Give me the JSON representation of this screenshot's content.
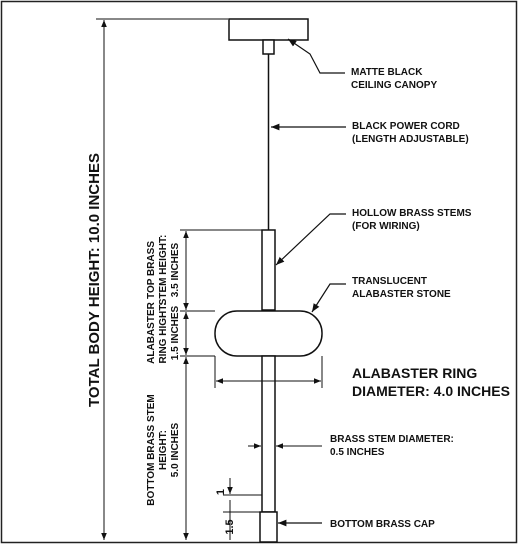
{
  "callouts": {
    "canopy_1": "MATTE BLACK",
    "canopy_2": "CEILING CANOPY",
    "cord_1": "BLACK POWER CORD",
    "cord_2": "(LENGTH ADJUSTABLE)",
    "stems_1": "HOLLOW BRASS STEMS",
    "stems_2": "(FOR WIRING)",
    "stone_1": "TRANSLUCENT",
    "stone_2": "ALABASTER STONE",
    "ring_1": "ALABASTER RING",
    "ring_2": "DIAMETER: 4.0 INCHES",
    "stemdia_1": "BRASS STEM DIAMETER:",
    "stemdia_2": "0.5 INCHES",
    "cap": "BOTTOM BRASS CAP"
  },
  "dimensions": {
    "total": "TOTAL BODY HEIGHT: 10.0 INCHES",
    "top_stem_1": "TOP BRASS",
    "top_stem_2": "STEM HEIGHT:",
    "top_stem_3": "3.5 INCHES",
    "ring_1": "ALABASTER",
    "ring_2": "RING HIGHT:",
    "ring_3": "1.5 INCHES",
    "bottom_stem_1": "BOTTOM BRASS STEM",
    "bottom_stem_2": "HEIGHT:",
    "bottom_stem_3": "5.0 INCHES",
    "small_1": "1",
    "small_2": "1.5"
  }
}
